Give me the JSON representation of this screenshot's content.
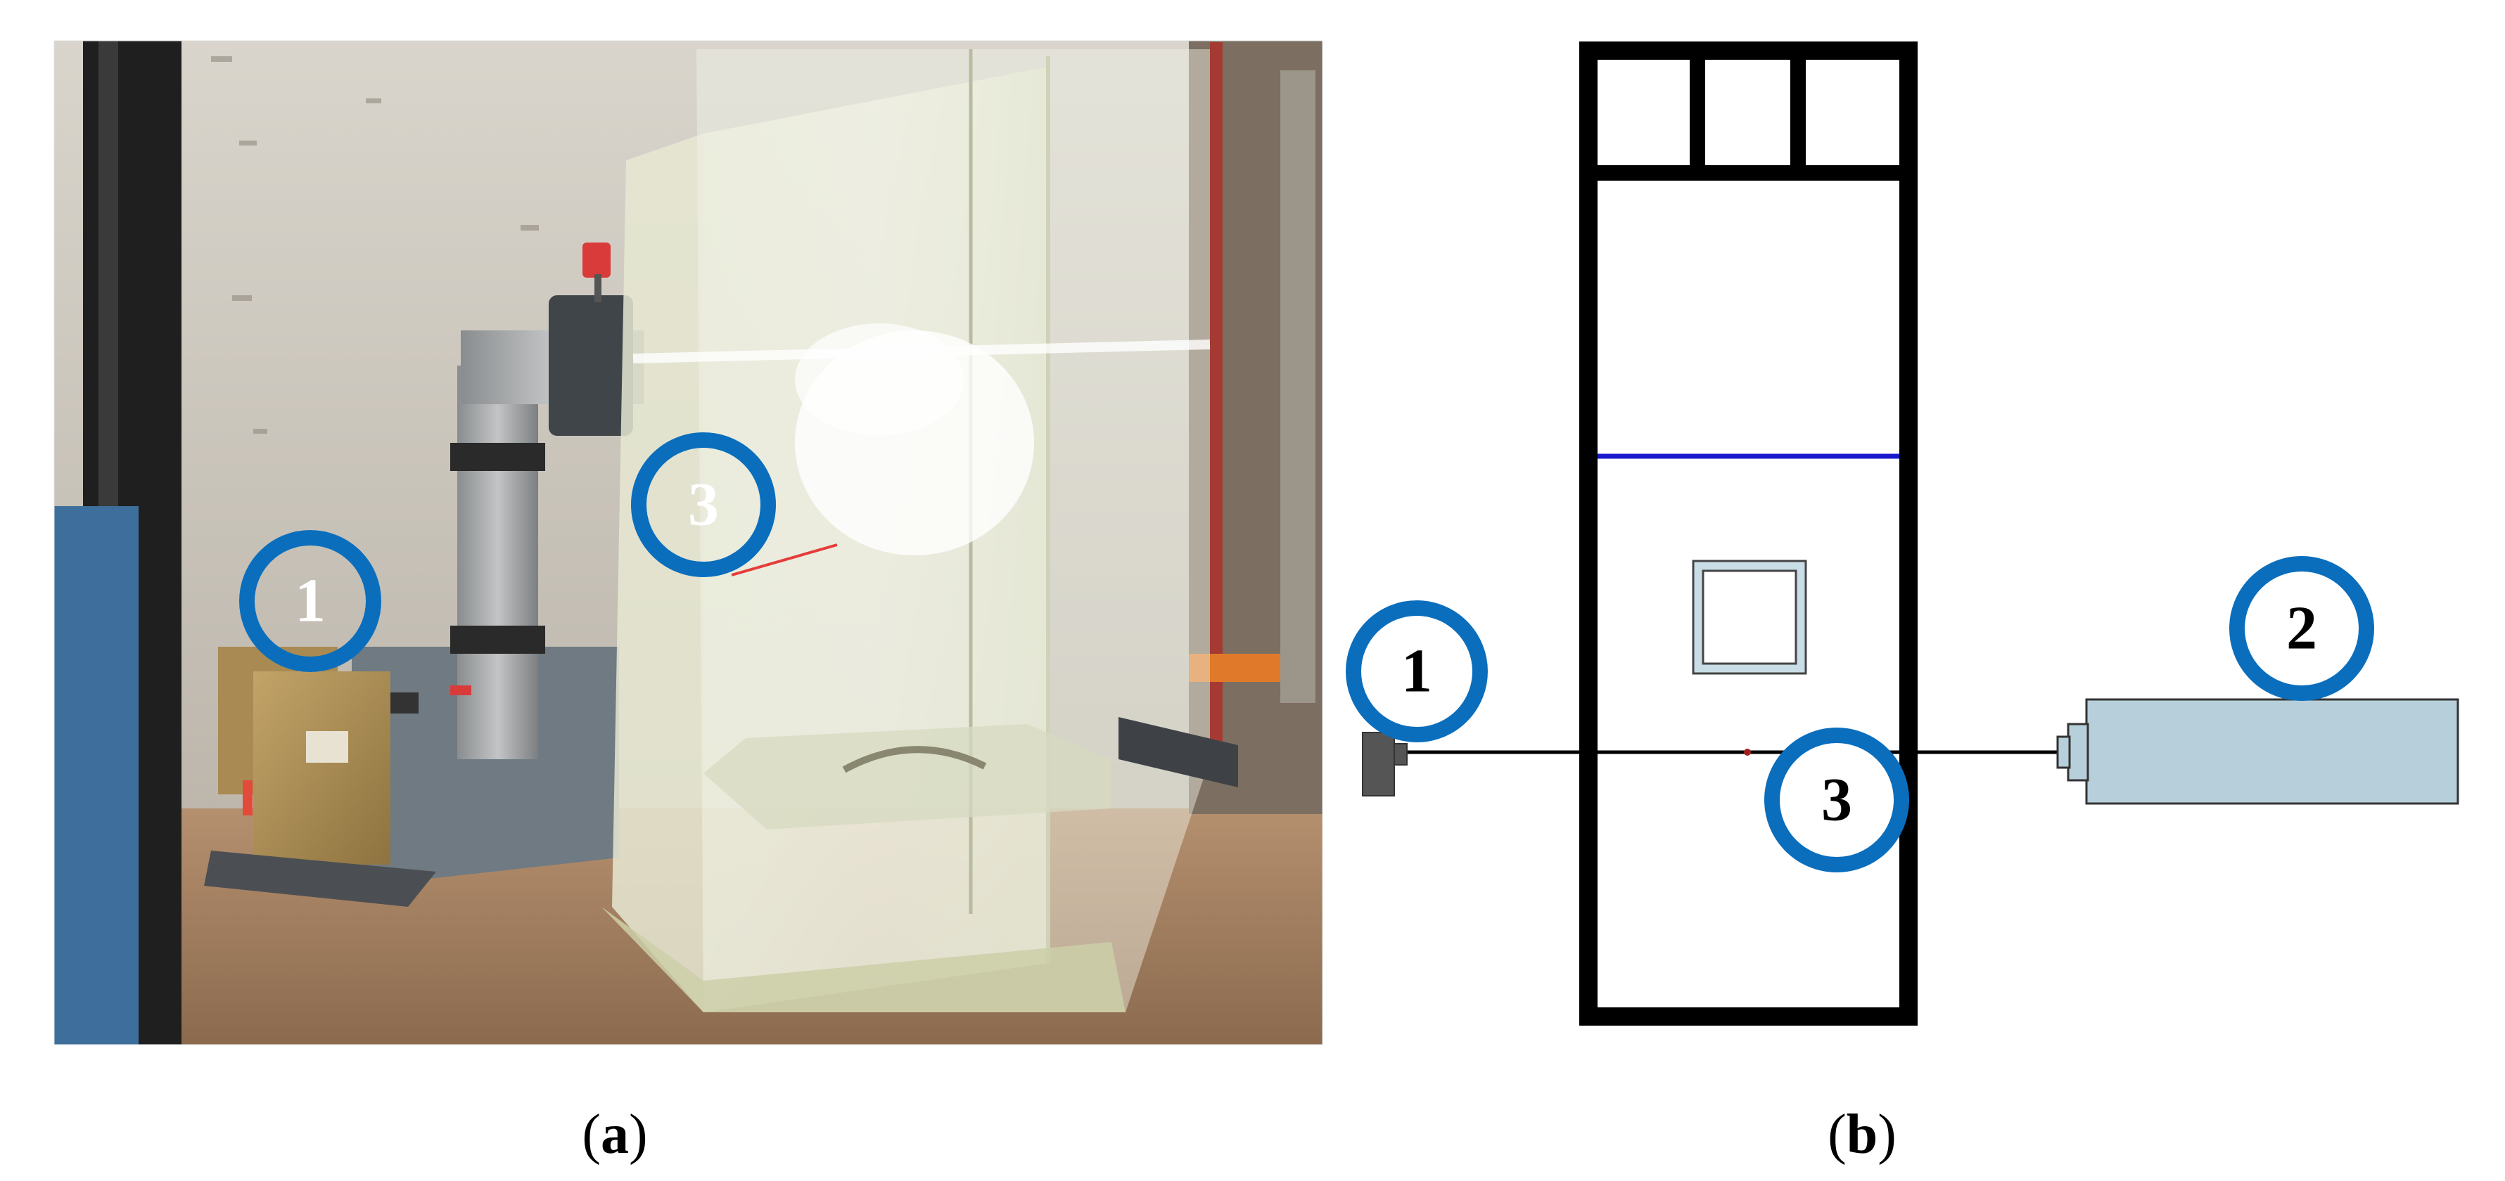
{
  "panel_a": {
    "caption": {
      "open": "(",
      "letter": "a",
      "close": ")"
    },
    "markers": [
      {
        "label": "1"
      },
      {
        "label": "3"
      }
    ]
  },
  "panel_b": {
    "caption": {
      "open": "(",
      "letter": "b",
      "close": ")"
    },
    "markers": [
      {
        "label": "1"
      },
      {
        "label": "3"
      },
      {
        "label": "2"
      }
    ]
  },
  "colors": {
    "marker_ring": "#0a6ebd",
    "water_line": "#1a1acc",
    "receiver_fill": "#b6cfdb",
    "window_fill": "#c8dde6",
    "emitter_fill": "#555555"
  }
}
